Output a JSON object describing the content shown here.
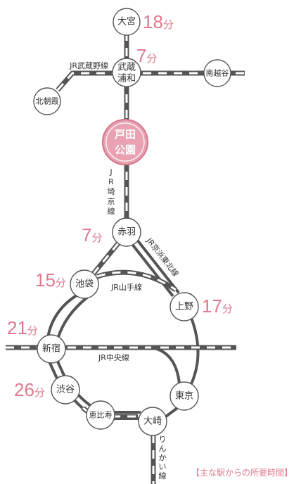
{
  "colors": {
    "accent": "#e0798e",
    "track": "#555555",
    "home_fill": "#e8a2b1"
  },
  "home_station": {
    "line1": "戸田",
    "line2": "公園"
  },
  "stations": {
    "omiya": "大宮",
    "musashi_urawa_1": "武蔵",
    "musashi_urawa_2": "浦和",
    "minami_koshigaya": "南越谷",
    "kita_asaka": "北朝霞",
    "akabane": "赤羽",
    "ikebukuro": "池袋",
    "ueno": "上野",
    "shinjuku": "新宿",
    "shibuya": "渋谷",
    "tokyo": "東京",
    "ebisu": "恵比寿",
    "osaki": "大崎"
  },
  "lines": {
    "musashino": "JR武蔵野線",
    "saikyo_chars": [
      "J",
      "R",
      "埼",
      "京",
      "線"
    ],
    "utsunomiya": "JR京浜東北線",
    "yamanote": "JR山手線",
    "chuo": "JR中央線",
    "rinkai_chars": [
      "り",
      "ん",
      "か",
      "い",
      "線"
    ]
  },
  "travel_times": {
    "unit": "分",
    "omiya": "18",
    "musashi_urawa": "7",
    "akabane": "7",
    "ikebukuro": "15",
    "ueno": "17",
    "shinjuku": "21",
    "shibuya": "26"
  },
  "caption": "【主な駅からの所要時間】"
}
